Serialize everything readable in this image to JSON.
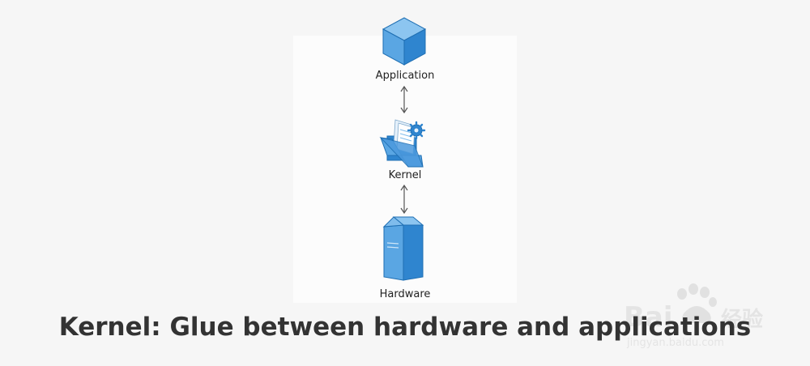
{
  "nodes": {
    "application": {
      "label": "Application",
      "icon": "cube-icon"
    },
    "kernel": {
      "label": "Kernel",
      "icon": "folder-gear-icon"
    },
    "hardware": {
      "label": "Hardware",
      "icon": "server-tower-icon"
    }
  },
  "caption": "Kernel: Glue between hardware and applications",
  "colors": {
    "icon_blue": "#3b8fd6",
    "icon_light": "#7fbcec",
    "icon_dark": "#1f6fb3",
    "arrow": "#555555",
    "caption": "#333333"
  },
  "watermark": {
    "brand": "Bai",
    "cn": "经验",
    "url": "jingyan.baidu.com"
  }
}
